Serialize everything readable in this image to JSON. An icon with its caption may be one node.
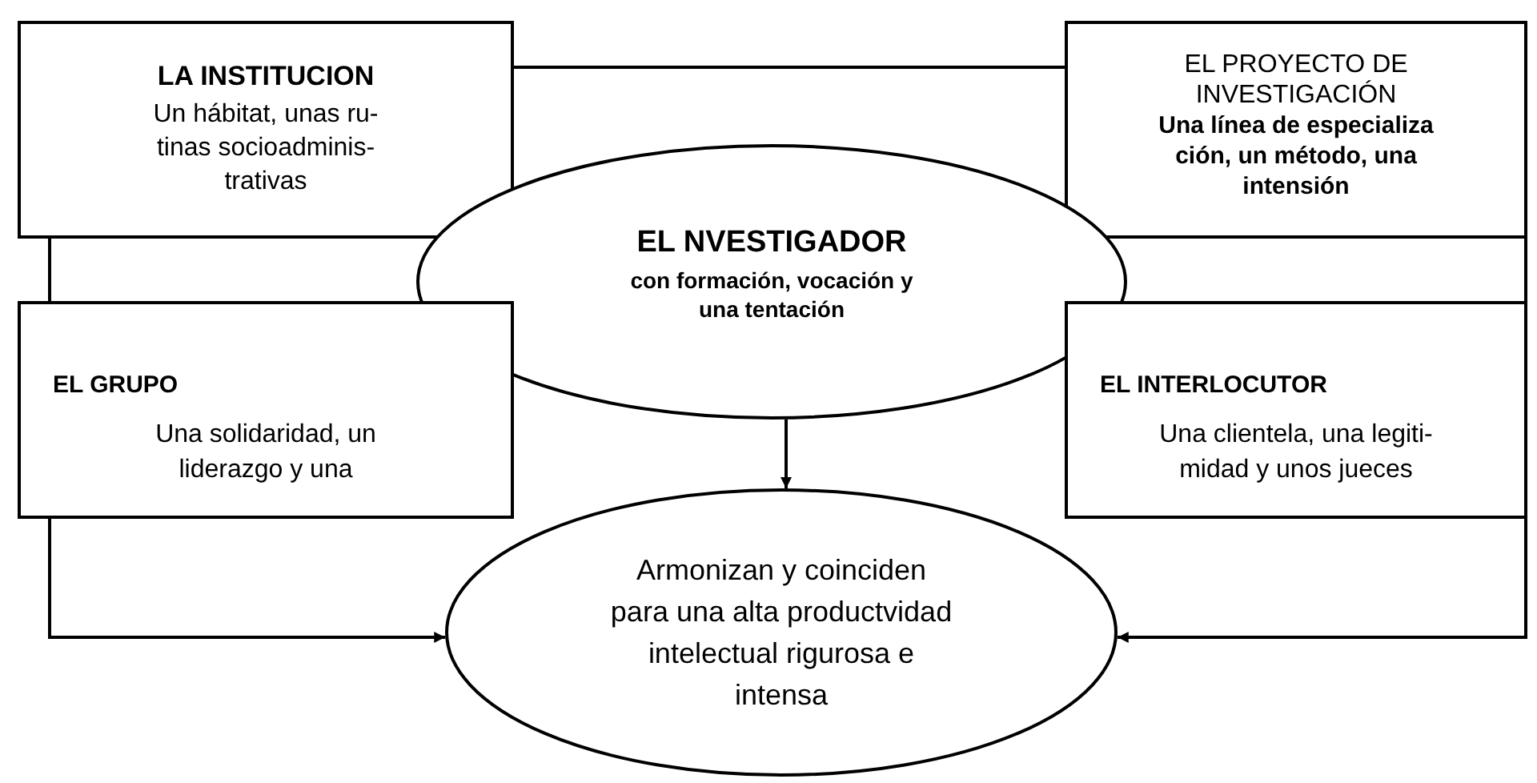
{
  "diagram": {
    "nodes": [
      {
        "text": [
          "LA INSTITUCION",
          "Un hábitat, unas ru- tinas socioadminis- trativas"
        ]
      },
      {
        "text": [
          "EL PROYECTO DE INVESTIGACIÓN",
          "Una línea de especializa ción, un método, una intensión"
        ]
      },
      {
        "text": [
          "EL NVESTIGADOR",
          "con formación, vocación y una tentación"
        ]
      },
      {
        "text": [
          "EL GRUPO",
          "Una solidaridad, un liderazgo y una"
        ]
      },
      {
        "text": [
          "EL INTERLOCUTOR",
          "Una clientela, una legiti- midad y unos jueces"
        ]
      },
      {
        "text": [
          "Armonizan y coinciden para una alta productvidad intelectual rigurosa e intensa"
        ]
      }
    ],
    "edges": [
      {
        "from": 0,
        "to": 1,
        "arrow": "none"
      },
      {
        "from": 0,
        "to": 3,
        "arrow": "none"
      },
      {
        "from": 1,
        "to": 4,
        "arrow": "none"
      },
      {
        "from": 2,
        "to": 5,
        "arrow": "to"
      },
      {
        "from": 3,
        "to": 5,
        "arrow": "to"
      },
      {
        "from": 4,
        "to": 5,
        "arrow": "to"
      }
    ]
  }
}
